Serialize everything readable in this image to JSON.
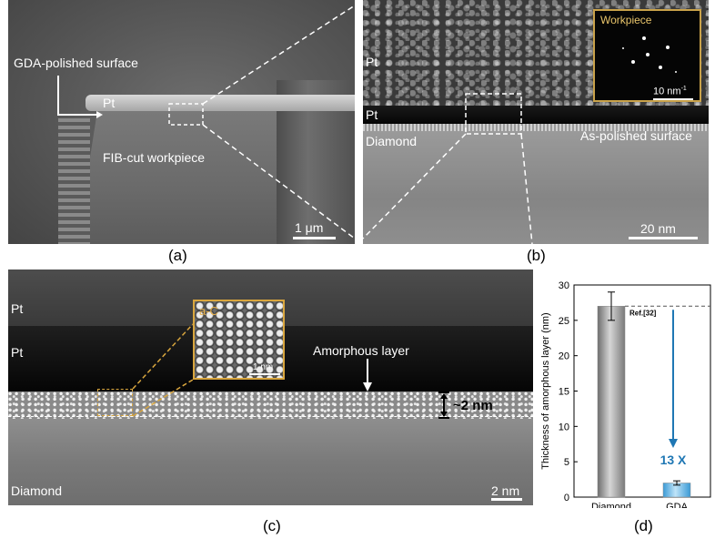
{
  "panel_a": {
    "label_surface": "GDA-polished surface",
    "label_pt": "Pt",
    "label_workpiece": "FIB-cut workpiece",
    "scalebar": "1 μm",
    "caption": "(a)"
  },
  "panel_b": {
    "label_pt_top": "Pt",
    "label_pt": "Pt",
    "label_diamond": "Diamond",
    "label_surface": "As-polished surface",
    "inset_title": "Workpiece",
    "inset_scale_value": "10 nm",
    "inset_scale_exp": "-1",
    "scalebar": "20 nm",
    "caption": "(b)"
  },
  "panel_c": {
    "label_pt_top": "Pt",
    "label_pt": "Pt",
    "label_diamond": "Diamond",
    "inset_title": "a-C",
    "inset_scale": "1 nm",
    "label_amorphous": "Amorphous layer",
    "label_thickness": "~2 nm",
    "scalebar": "2 nm",
    "caption": "(c)"
  },
  "panel_d": {
    "caption": "(d)",
    "colors": {
      "diamond_bar": "#8c8c8c",
      "gda_bar": "#5ab4e8",
      "arrow": "#1f77b4"
    }
  },
  "chart_data": {
    "type": "bar",
    "categories": [
      "Diamond",
      "GDA"
    ],
    "values": [
      27,
      2
    ],
    "errors": [
      2,
      0.3
    ],
    "xlabel": "",
    "ylabel": "Thickness of amorphous layer (nm)",
    "ylim": [
      0,
      30
    ],
    "yticks": [
      0,
      5,
      10,
      15,
      20,
      25,
      30
    ],
    "reference": {
      "label": "Ref.[32]",
      "value": 27
    },
    "annotation": "13 X",
    "grid": false
  }
}
